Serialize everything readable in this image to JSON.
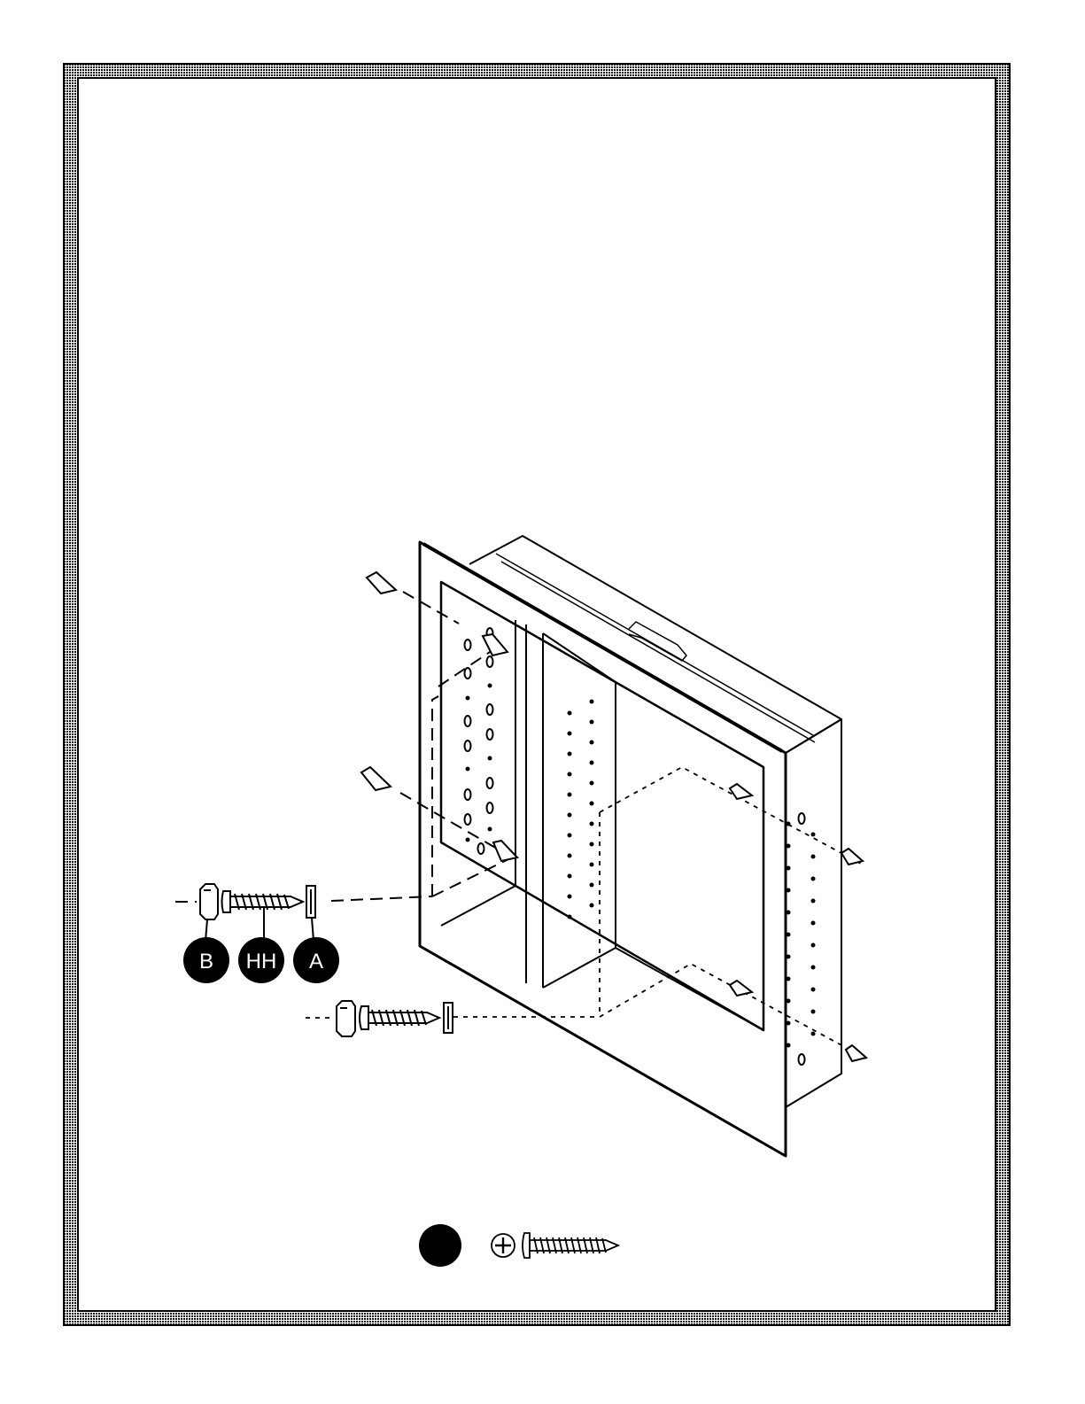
{
  "callouts": {
    "b": "B",
    "hh": "HH",
    "a": "A"
  },
  "legend": {
    "badge": "",
    "icon": "phillips-head-screw-icon"
  },
  "colors": {
    "ink": "#000000",
    "paper": "#ffffff",
    "border_pattern": "#111111"
  }
}
